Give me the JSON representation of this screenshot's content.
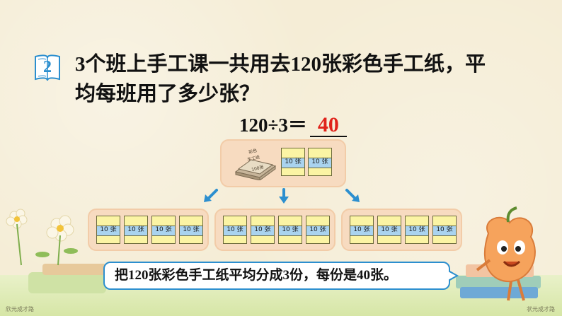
{
  "problem": {
    "number": "2",
    "line1": "3个班上手工课一共用去120张彩色手工纸，平",
    "line2": "均每班用了多少张？"
  },
  "equation": {
    "expression": "120÷3＝",
    "answer": "40"
  },
  "bundle": {
    "label_top": "彩色",
    "label_mid": "手工纸",
    "label_bottom": "100张"
  },
  "pack_label": "10 张",
  "bubble_text": "把120张彩色手工纸平均分成3份，每份是40张。",
  "footer": {
    "left": "欣元成才路",
    "right": "状元成才路"
  },
  "colors": {
    "accent_blue": "#2c8fcf",
    "answer_red": "#e0231b",
    "panel": "#f7dbc0",
    "pack": "#fbf4a4",
    "band": "#a9d3ef"
  }
}
